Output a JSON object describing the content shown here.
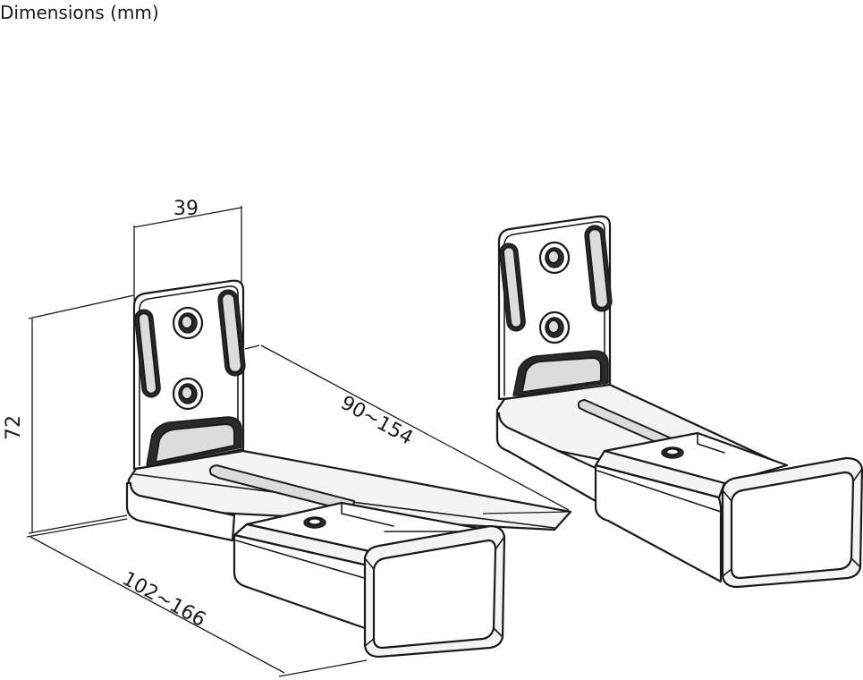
{
  "title": "Dimensions (mm)",
  "dimensions": {
    "width": "39",
    "height": "72",
    "length": "90~154",
    "depth": "102~166"
  }
}
